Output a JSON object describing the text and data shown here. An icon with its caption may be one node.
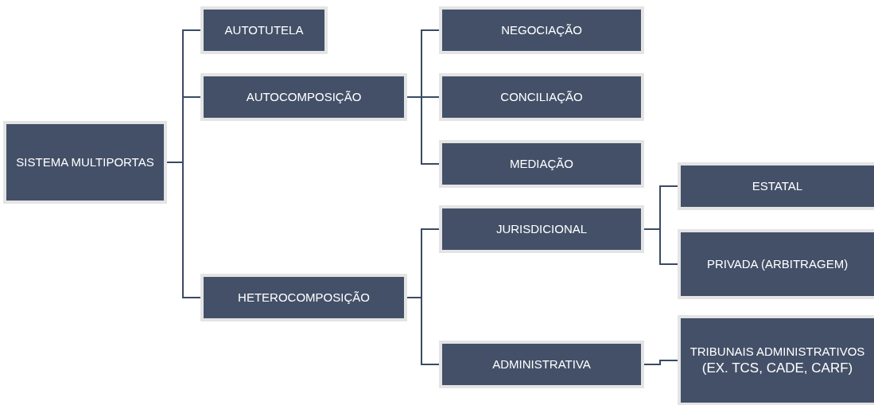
{
  "diagram": {
    "nodes": [
      {
        "text": [
          "SISTEMA MULTIPORTAS"
        ]
      },
      {
        "text": [
          "AUTOTUTELA"
        ]
      },
      {
        "text": [
          "AUTOCOMPOSIÇÃO"
        ]
      },
      {
        "text": [
          "NEGOCIAÇÃO"
        ]
      },
      {
        "text": [
          "CONCILIAÇÃO"
        ]
      },
      {
        "text": [
          "MEDIAÇÃO"
        ]
      },
      {
        "text": [
          "HETEROCOMPOSIÇÃO"
        ]
      },
      {
        "text": [
          "JURISDICIONAL"
        ]
      },
      {
        "text": [
          "ESTATAL"
        ]
      },
      {
        "text": [
          "PRIVADA (ARBITRAGEM)"
        ]
      },
      {
        "text": [
          "ADMINISTRATIVA"
        ]
      },
      {
        "text": [
          "TRIBUNAIS ADMINISTRATIVOS",
          "(EX. TCS, CADE, CARF)"
        ]
      }
    ],
    "edges": [
      {
        "from": 0,
        "to": 1,
        "arrow": "none"
      },
      {
        "from": 0,
        "to": 2,
        "arrow": "none"
      },
      {
        "from": 0,
        "to": 6,
        "arrow": "none"
      },
      {
        "from": 2,
        "to": 3,
        "arrow": "none"
      },
      {
        "from": 2,
        "to": 4,
        "arrow": "none"
      },
      {
        "from": 2,
        "to": 5,
        "arrow": "none"
      },
      {
        "from": 6,
        "to": 7,
        "arrow": "none"
      },
      {
        "from": 6,
        "to": 10,
        "arrow": "none"
      },
      {
        "from": 7,
        "to": 8,
        "arrow": "none"
      },
      {
        "from": 7,
        "to": 9,
        "arrow": "none"
      },
      {
        "from": 10,
        "to": 11,
        "arrow": "none"
      }
    ]
  }
}
